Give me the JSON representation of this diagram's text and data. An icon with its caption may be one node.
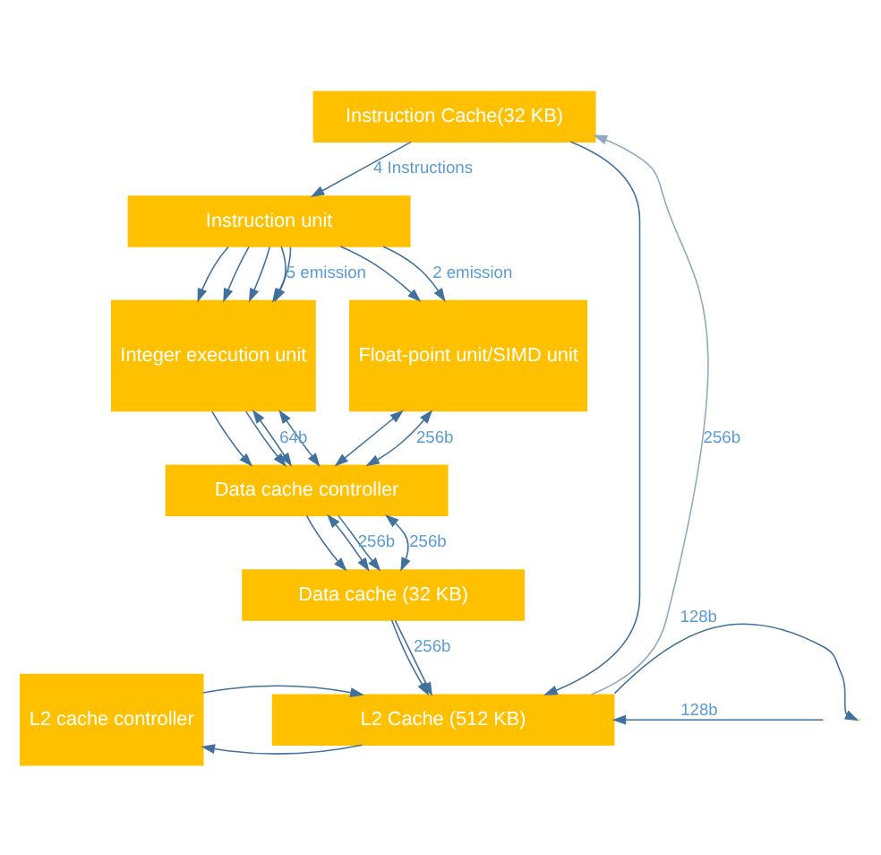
{
  "diagram": {
    "nodes": [
      {
        "text": [
          "Instruction Cache(32 KB)"
        ]
      },
      {
        "text": [
          "Instruction unit"
        ]
      },
      {
        "text": [
          "Integer execution unit"
        ]
      },
      {
        "text": [
          "Float-point unit/SIMD unit"
        ]
      },
      {
        "text": [
          "Data cache controller"
        ]
      },
      {
        "text": [
          "Data cache (32 KB)"
        ]
      },
      {
        "text": [
          "L2 cache controller"
        ]
      },
      {
        "text": [
          "L2 Cache (512 KB)"
        ]
      }
    ],
    "edges": [
      {
        "from": 0,
        "to": 1,
        "arrow": "to",
        "label": "4 Instructions"
      },
      {
        "from": 1,
        "to": 2,
        "arrow": "to"
      },
      {
        "from": 1,
        "to": 2,
        "arrow": "to"
      },
      {
        "from": 1,
        "to": 2,
        "arrow": "to"
      },
      {
        "from": 1,
        "to": 2,
        "arrow": "to"
      },
      {
        "from": 1,
        "to": 2,
        "arrow": "to",
        "label": "5 emission"
      },
      {
        "from": 1,
        "to": 3,
        "arrow": "to"
      },
      {
        "from": 1,
        "to": 3,
        "arrow": "to",
        "label": "2 emission"
      },
      {
        "from": 2,
        "to": 4,
        "arrow": "to"
      },
      {
        "from": 2,
        "to": 4,
        "arrow": "to"
      },
      {
        "from": 2,
        "to": 4,
        "arrow": "both"
      },
      {
        "from": 2,
        "to": 4,
        "arrow": "both",
        "label": "64b"
      },
      {
        "from": 3,
        "to": 4,
        "arrow": "both"
      },
      {
        "from": 3,
        "to": 4,
        "arrow": "both",
        "label": "256b"
      },
      {
        "from": 4,
        "to": 5,
        "arrow": "to"
      },
      {
        "from": 4,
        "to": 5,
        "arrow": "to"
      },
      {
        "from": 4,
        "to": 5,
        "arrow": "both",
        "label": "256b"
      },
      {
        "from": 4,
        "to": 5,
        "arrow": "both",
        "label": "256b"
      },
      {
        "from": 5,
        "to": 7,
        "arrow": "to"
      },
      {
        "from": 5,
        "to": 7,
        "arrow": "to",
        "label": "256b"
      },
      {
        "from": 0,
        "to": 7,
        "arrow": "to"
      },
      {
        "from": 7,
        "to": 0,
        "arrow": "to",
        "label": "256b",
        "color": "#8fa9c2"
      },
      {
        "from": 7,
        "to": 6,
        "arrow": "to"
      },
      {
        "from": 6,
        "to": 7,
        "arrow": "to"
      },
      {
        "from": 7,
        "to": null,
        "arrow": "to",
        "label": "128b"
      },
      {
        "from": null,
        "to": 7,
        "arrow": "to",
        "label": "128b"
      }
    ]
  }
}
